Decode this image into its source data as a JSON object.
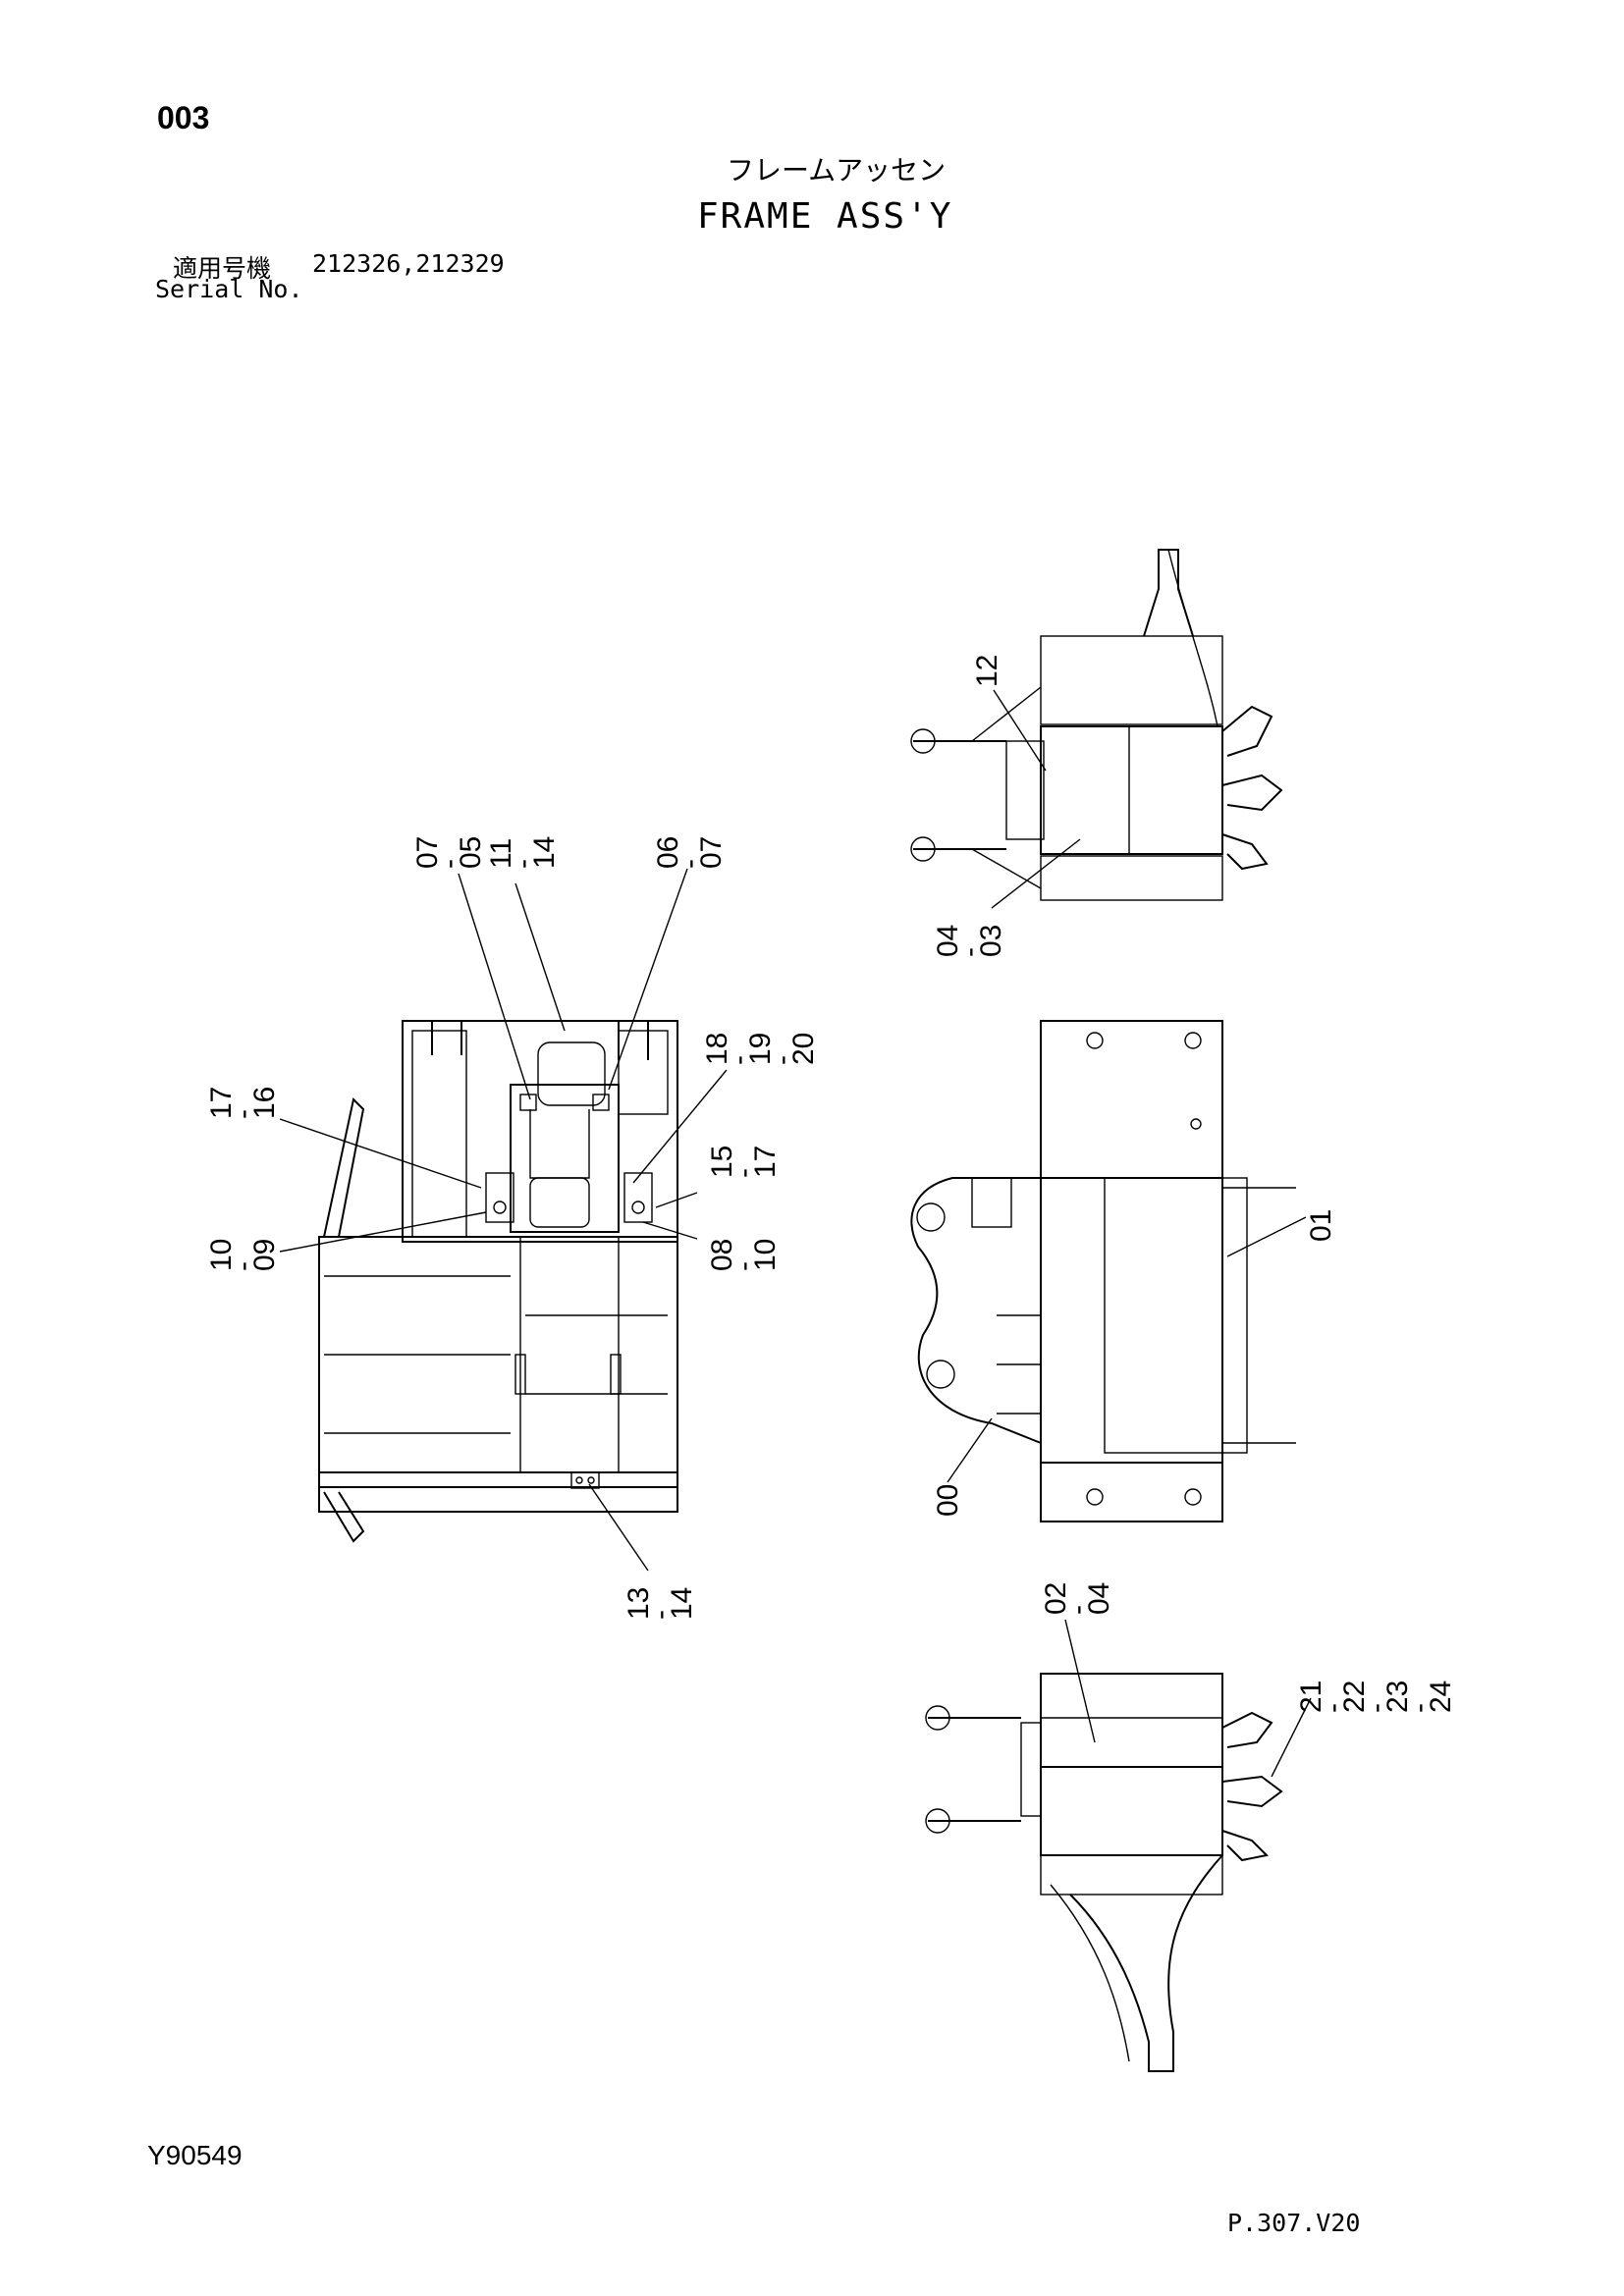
{
  "header": {
    "page_number": "003",
    "title_jp": "フレームアッセン",
    "title_en": "FRAME ASS'Y",
    "serial_label_jp": "適用号機",
    "serial_values": "212326,212329",
    "serial_label_en": "Serial No."
  },
  "footer": {
    "drawing_no": "Y90549",
    "page_ref": "P.307.V20"
  },
  "callouts": {
    "c0705": [
      "07",
      "-",
      "05"
    ],
    "c1114": [
      "11",
      "-",
      "14"
    ],
    "c0607": [
      "06",
      "-",
      "07"
    ],
    "c1716": [
      "17",
      "-",
      "16"
    ],
    "c1009": [
      "10",
      "-",
      "09"
    ],
    "c181920": [
      "18",
      "-",
      "19",
      "-",
      "20"
    ],
    "c1517": [
      "15",
      "-",
      "17"
    ],
    "c0810": [
      "08",
      "-",
      "10"
    ],
    "c1314": [
      "13",
      "-",
      "14"
    ],
    "c12": [
      "12"
    ],
    "c0403": [
      "04",
      "-",
      "03"
    ],
    "c01": [
      "01"
    ],
    "c00": [
      "00"
    ],
    "c0204": [
      "02",
      "-",
      "04"
    ],
    "c21222324": [
      "21",
      "-",
      "22",
      "-",
      "23",
      "-",
      "24"
    ]
  }
}
